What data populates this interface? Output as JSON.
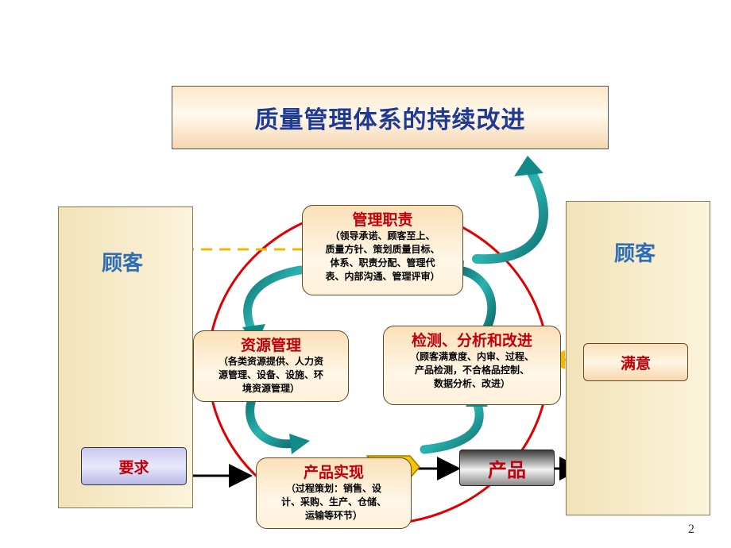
{
  "title": "质量管理体系的持续改进",
  "customer_left": "顾客",
  "customer_right": "顾客",
  "requirement": "要求",
  "satisfaction": "满意",
  "product": "产品",
  "processes": {
    "management": {
      "title": "管理职责",
      "lines": [
        "（领导承诺、顾客至上、",
        "质量方针、策划质量目标、",
        "体系、职责分配、管理代",
        "表、内部沟通、管理评审）"
      ]
    },
    "resource": {
      "title": "资源管理",
      "lines": [
        "（各类资源提供、人力资",
        "源管理、设备、设施、环",
        "境资源管理）"
      ]
    },
    "measure": {
      "title": "检测、分析和改进",
      "lines": [
        "（顾客满意度、内审、过程、",
        "产品检测，不合格品控制、",
        "数据分析、改进）"
      ]
    },
    "realization": {
      "title": "产品实现",
      "lines": [
        "（过程策划：销售、设",
        "计、采购、生产、仓储、",
        "运输等环节）"
      ]
    }
  },
  "page_number": "2",
  "colors": {
    "title_text": "#1f3a93",
    "process_title": "#c0000a",
    "circle": "#e00000",
    "teal_arrow": "#138a8a",
    "dashed_arrow": "#f0b800"
  }
}
